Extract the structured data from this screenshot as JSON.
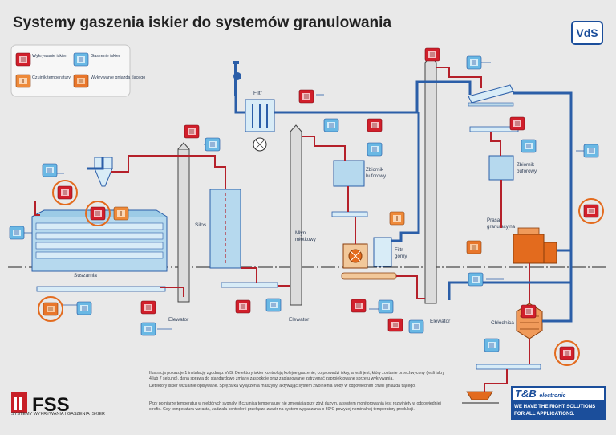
{
  "title": "Systemy gaszenia iskier do systemów granulowania",
  "badge": "VdS",
  "legend": {
    "spark_detection": "Wykrywanie iskier",
    "spark_extinguishing": "Gaszenie iskier",
    "temperature_sensor": "Czujnik temperatury",
    "ember_detection": "Wykrywanie gniazda tlącego"
  },
  "labels": {
    "filter": "Filtr",
    "silos": "Silos",
    "dryer": "Suszarnia",
    "elevator1": "Elewator",
    "elevator2": "Elewator",
    "elevator3": "Elewator",
    "buffer_tank1_l1": "Zbiornik",
    "buffer_tank1_l2": "buforowy",
    "buffer_tank2_l1": "Zbiornik",
    "buffer_tank2_l2": "buforowy",
    "hammer_mill_l1": "Młyn",
    "hammer_mill_l2": "młotkowy",
    "upper_filter_l1": "Filtr",
    "upper_filter_l2": "górny",
    "pellet_press_l1": "Prasa",
    "pellet_press_l2": "granulacyjna",
    "cooler": "Chłodnica"
  },
  "footer": {
    "p1": "Ilustracja pokazuje 1 instalację zgodną z VdS. Detektory iskier kontrolują kolejne gaszenie, co prowadzi iskry, a jeśli jest, który zostanie przechwycony (jeśli iskry 4 lub 7 sekund), dana sprawa do standardowo zmiany zaspokoje oraz zaplanowanie zatrzymać zaprojektowane sprzętu wykrywania.",
    "p2": "Detektory iskier wizualnie opisywane. Sprężarka wyłączenia maszyny, aktywując system zwolnienia wody w odpowiednim chwili gniazda tlącego.",
    "p3": "Przy pomiarze temperatur w niektórych sygnały, if czujnika temperatury nie zmieniają przy zbyt dużym, a system monitorowania jest rozwinięty w odpowiedniej strefie. Gdy temperatura wzrasta, zadziała kontroler i przełącza zawór na system wygaszania o 30°C powyżej nominalnej temperatury produkcji."
  },
  "logos": {
    "fss": "FSS",
    "fss_subtitle": "SYSTEMY WYKRYWANIA I GASZENIA ISKIER",
    "tb_brand": "T&B",
    "tb_brand_suffix": "electronic",
    "tb_slogan1": "WE HAVE THE RIGHT SOLUTIONS",
    "tb_slogan2": "FOR ALL APPLICATIONS."
  },
  "colors": {
    "duct_red": "#b5202a",
    "duct_blue": "#2b5ea8",
    "machine_blue": "#a9d4ea",
    "detector_red": "#d11f2b",
    "extinguisher_blue": "#4fa3d6",
    "temp_orange": "#e36b1e",
    "background": "#e9e9e9"
  }
}
